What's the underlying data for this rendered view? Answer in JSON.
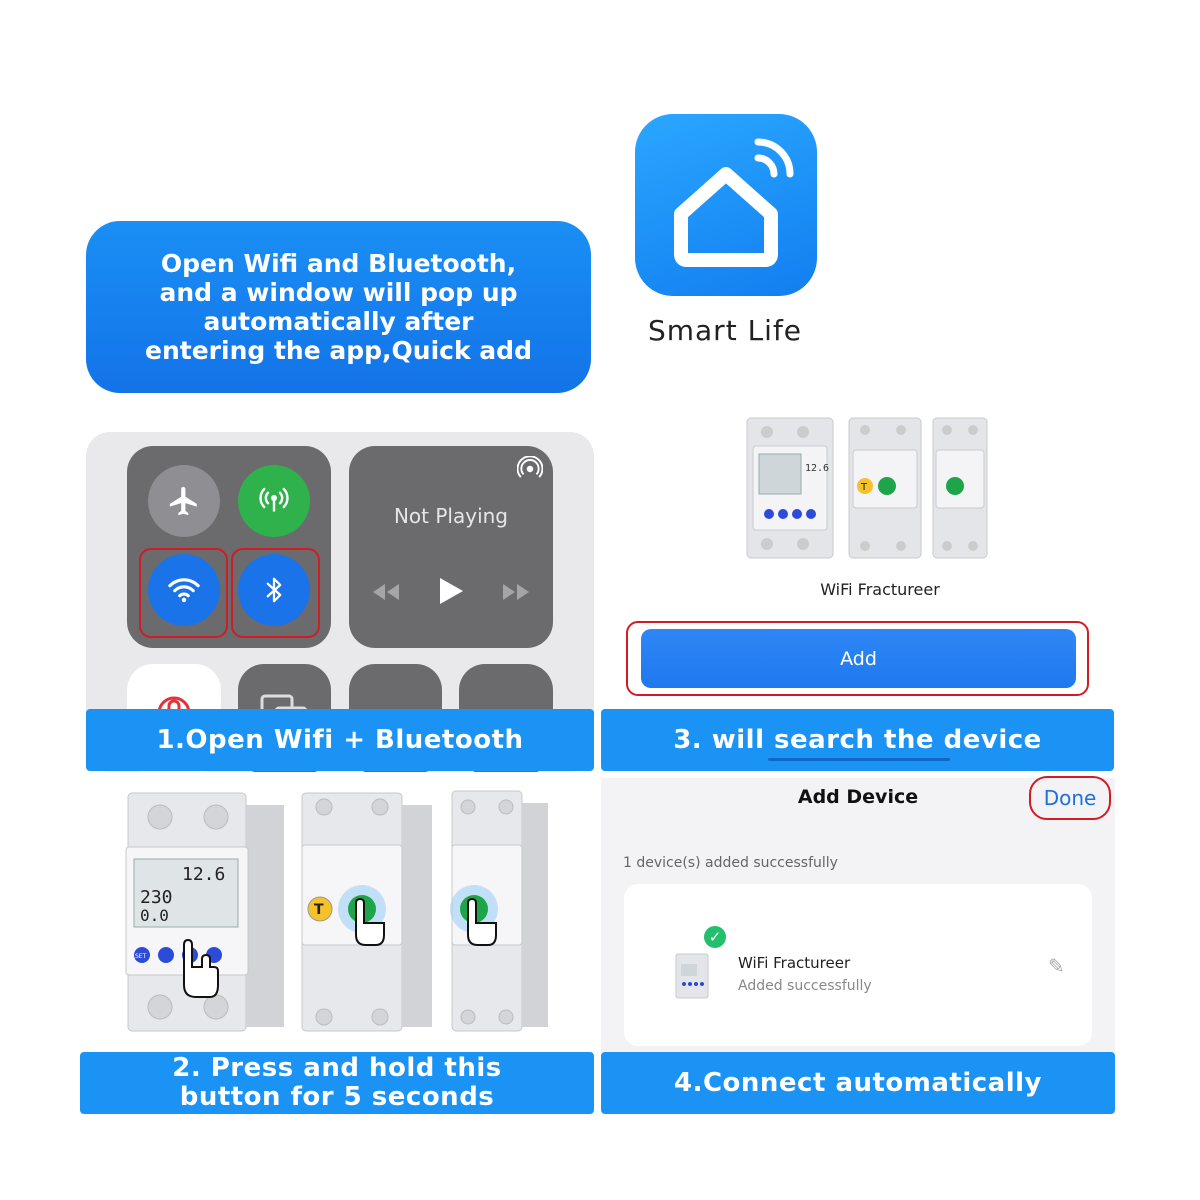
{
  "intro": {
    "line1": "Open Wifi and Bluetooth,",
    "line2": "and a window will pop up",
    "line3": "automatically after",
    "line4": "entering the app,Quick add"
  },
  "app": {
    "name": "Smart Life"
  },
  "control_center": {
    "media_status": "Not Playing",
    "icons": {
      "airplane": "airplane-icon",
      "cellular": "cellular-icon",
      "wifi": "wifi-icon",
      "bluetooth": "bluetooth-icon",
      "airplay": "airplay-icon"
    }
  },
  "steps": {
    "step1": "1.Open Wifi + Bluetooth",
    "step2_line1": "2. Press and hold this",
    "step2_line2": "button for 5 seconds",
    "step3": "3. will search the device",
    "step4": "4.Connect automatically"
  },
  "device_found": {
    "name": "WiFi Fractureer",
    "add_label": "Add"
  },
  "add_device_screen": {
    "title": "Add Device",
    "done_label": "Done",
    "count_text": "1 device(s) added successfully",
    "device_name": "WiFi Fractureer",
    "device_status": "Added successfully"
  },
  "device_panel": {
    "kwh_reading": "12.6",
    "voltage_reading": "230",
    "current_reading": "0.0",
    "set_label": "SET",
    "t_label": "T"
  },
  "colors": {
    "accent_blue": "#1a93f5",
    "highlight_red": "#d01c24",
    "cc_blue": "#1a73e8",
    "cc_green": "#2fb24c",
    "power_green": "#1ea54a",
    "t_yellow": "#f5c22a"
  }
}
